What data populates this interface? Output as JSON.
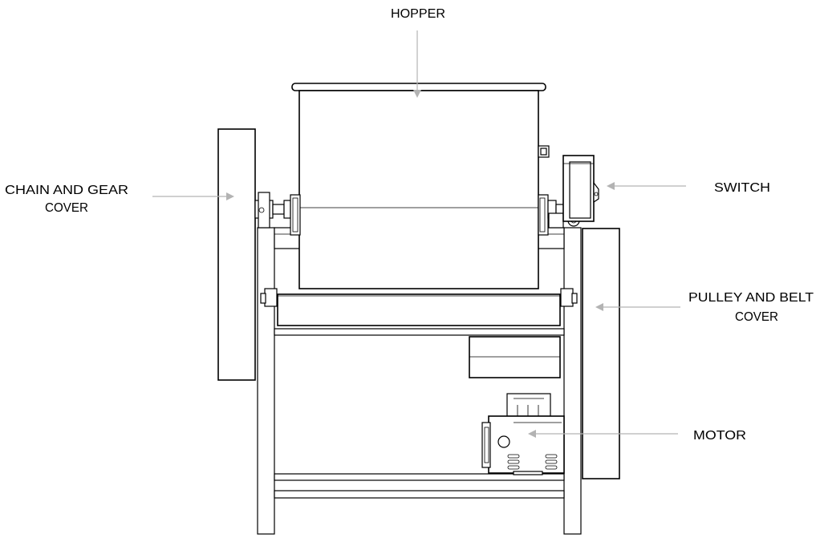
{
  "labels": {
    "hopper": "HOPPER",
    "chain_and_gear_cover_line1": "CHAIN AND GEAR",
    "chain_and_gear_cover_line2": "COVER",
    "switch": "SWITCH",
    "pulley_and_belt_cover_line1": "PULLEY AND BELT",
    "pulley_and_belt_cover_line2": "COVER",
    "motor": "MOTOR"
  },
  "colors": {
    "line": "#000000",
    "leader": "#b3b3b3",
    "background": "#ffffff"
  }
}
